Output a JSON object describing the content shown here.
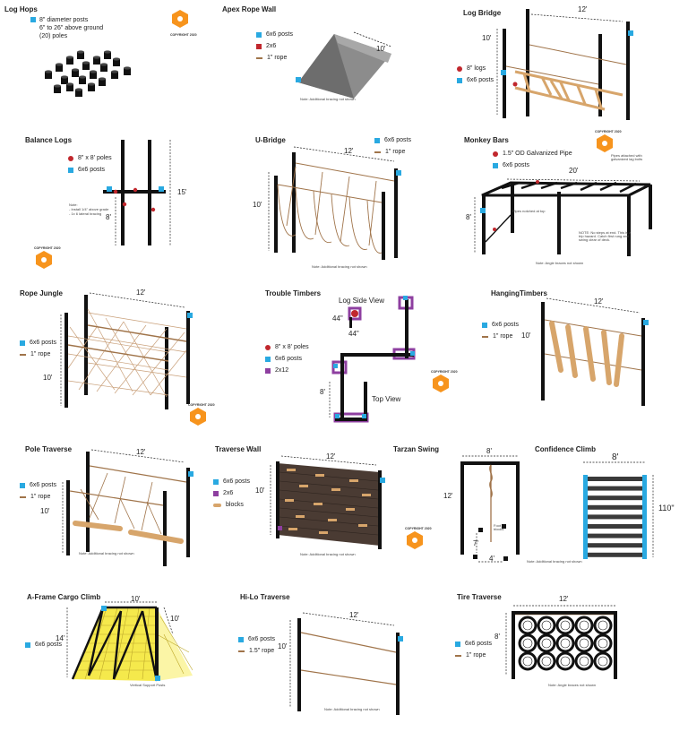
{
  "colors": {
    "post": "#111111",
    "sixBySix": "#29a9e1",
    "twoBySix": "#c1272d",
    "rope": "#a0744a",
    "log": "#d7a56b",
    "purple": "#8e3fa0",
    "board": "#4a3b33",
    "cargo": "#f5e94c",
    "badge": "#f7941d"
  },
  "badge": {
    "label": "COPYRIGHT 2020"
  },
  "panels": {
    "log_hops": {
      "title": "Log Hops",
      "spec": [
        "8\" diameter posts",
        "6\" to 26\" above ground",
        "(20) poles"
      ]
    },
    "apex": {
      "title": "Apex Rope Wall",
      "legend": [
        "6x6 posts",
        "2x6",
        "1\" rope"
      ],
      "dim": "10'",
      "note": "Note: Additional bracing not shown"
    },
    "log_bridge": {
      "title": "Log Bridge",
      "legend": [
        "8\" logs",
        "6x6 posts"
      ],
      "dims": [
        "12'",
        "10'"
      ]
    },
    "balance_logs": {
      "title": "Balance Logs",
      "legend": [
        "8\" x 8' poles",
        "6x6 posts"
      ],
      "dims": [
        "15'",
        "8'"
      ],
      "note": [
        "Note:",
        "- Install 1/4\" above grade",
        "- 1x 6 lateral bracing"
      ]
    },
    "u_bridge": {
      "title": "U-Bridge",
      "legend": [
        "6x6 posts",
        "1\" rope"
      ],
      "dims": [
        "12'",
        "10'"
      ],
      "note": "Note: Additional bracing not shown"
    },
    "monkey_bars": {
      "title": "Monkey Bars",
      "legend": [
        "1.5\" OD Galvanized Pipe",
        "6x6 posts"
      ],
      "dims": [
        "20'",
        "8'"
      ],
      "notes": [
        "Pipes attached with galvanized lag bolts",
        "Pipes notched at top",
        "NOTE: No steps at end. This is a trip hazard. Catch first rung and swing clear of deck.",
        "Note: Angle braces not shown"
      ]
    },
    "rope_jungle": {
      "title": "Rope Jungle",
      "legend": [
        "6x6 posts",
        "1\" rope"
      ],
      "dims": [
        "12'",
        "10'"
      ]
    },
    "trouble_timbers": {
      "title": "Trouble Timbers",
      "legend": [
        "8\" x 8' poles",
        "6x6 posts",
        "2x12"
      ],
      "dims": [
        "44\"",
        "44\"",
        "8'"
      ],
      "side_view": "Log Side View",
      "top_view": "Top View"
    },
    "hanging_timbers": {
      "title": "HangingTimbers",
      "legend": [
        "6x6 posts",
        "1\" rope"
      ],
      "dims": [
        "12'",
        "10'"
      ]
    },
    "pole_traverse": {
      "title": "Pole Traverse",
      "legend": [
        "6x6 posts",
        "1\" rope"
      ],
      "dims": [
        "12'",
        "10'"
      ],
      "note": "Note: Additional bracing not shown"
    },
    "traverse_wall": {
      "title": "Traverse Wall",
      "legend": [
        "6x6 posts",
        "2x6",
        "blocks"
      ],
      "dims": [
        "12'",
        "10'"
      ],
      "note": "Note: Additional bracing not shown"
    },
    "tarzan_swing": {
      "title": "Tarzan Swing",
      "dims": [
        "8'",
        "12'",
        "7'",
        "4'"
      ],
      "note": "Note: Additional bracing not shown",
      "mini": "Foot blocks"
    },
    "confidence_climb": {
      "title": "Confidence Climb",
      "dims": [
        "8'",
        "110\""
      ]
    },
    "aframe": {
      "title": "A-Frame Cargo Climb",
      "legend": [
        "6x6 posts"
      ],
      "dims": [
        "10'",
        "14'",
        "10'"
      ],
      "note": "Vertical Support Posts"
    },
    "hilo": {
      "title": "Hi-Lo Traverse",
      "legend": [
        "6x6 posts",
        "1.5\" rope"
      ],
      "dims": [
        "12'",
        "10'"
      ],
      "note": "Note: Additional bracing not shown"
    },
    "tire": {
      "title": "Tire Traverse",
      "legend": [
        "6x6 posts",
        "1\" rope"
      ],
      "dims": [
        "12'",
        "8'"
      ],
      "note": "Note: Angle braces not shown"
    }
  }
}
